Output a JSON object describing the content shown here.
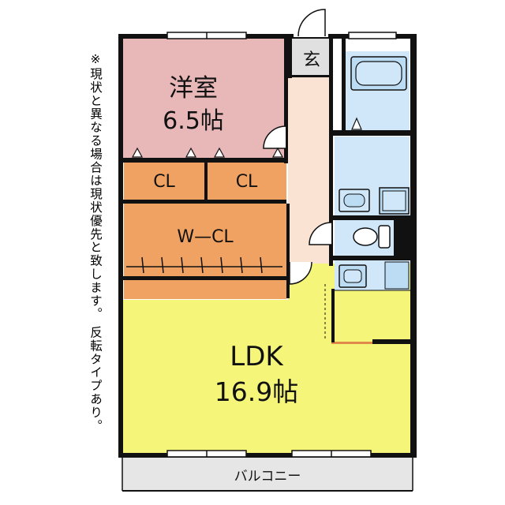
{
  "note": "※現状と異なる場合は現状優先と致します。 反転タイプあり。",
  "rooms": {
    "youshitsu": {
      "name": "洋室",
      "size": "6.5帖"
    },
    "cl1": "CL",
    "cl2": "CL",
    "wcl": "W—CL",
    "ldk": {
      "name": "LDK",
      "size": "16.9帖"
    },
    "genkan": "玄",
    "balcony": "バルコニー"
  },
  "colors": {
    "youshitsu": "#e8b7b7",
    "closet": "#f0a262",
    "ldk": "#f5f57a",
    "entrance": "#fbe3d3",
    "water": "#cfe7f8",
    "balcony": "#e6e6e6",
    "wall": "#111111"
  }
}
